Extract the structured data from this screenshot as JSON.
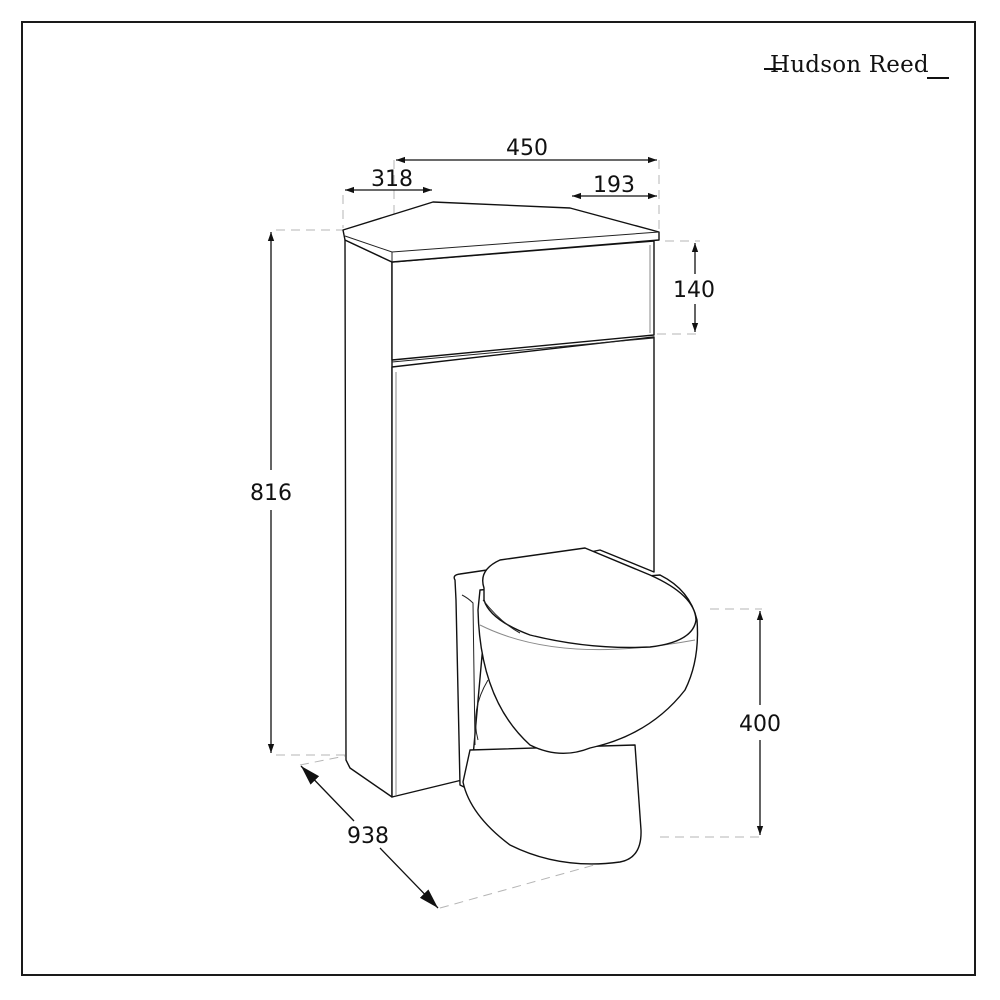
{
  "brand": {
    "name": "Hudson Reed"
  },
  "diagram": {
    "subject": "Corner back-to-wall toilet unit with WC pan",
    "units": "mm",
    "dimensions": {
      "overall_width": {
        "label": "450",
        "value": 450
      },
      "left_depth": {
        "label": "318",
        "value": 318
      },
      "right_depth": {
        "label": "193",
        "value": 193
      },
      "top_panel_height": {
        "label": "140",
        "value": 140
      },
      "unit_height": {
        "label": "816",
        "value": 816
      },
      "overall_projection": {
        "label": "938",
        "value": 938
      },
      "pan_height": {
        "label": "400",
        "value": 400
      }
    },
    "colors": {
      "line": "#111111",
      "extension_line": "#b5b5b5",
      "background": "#ffffff",
      "frame": "#1a1a1a"
    }
  }
}
